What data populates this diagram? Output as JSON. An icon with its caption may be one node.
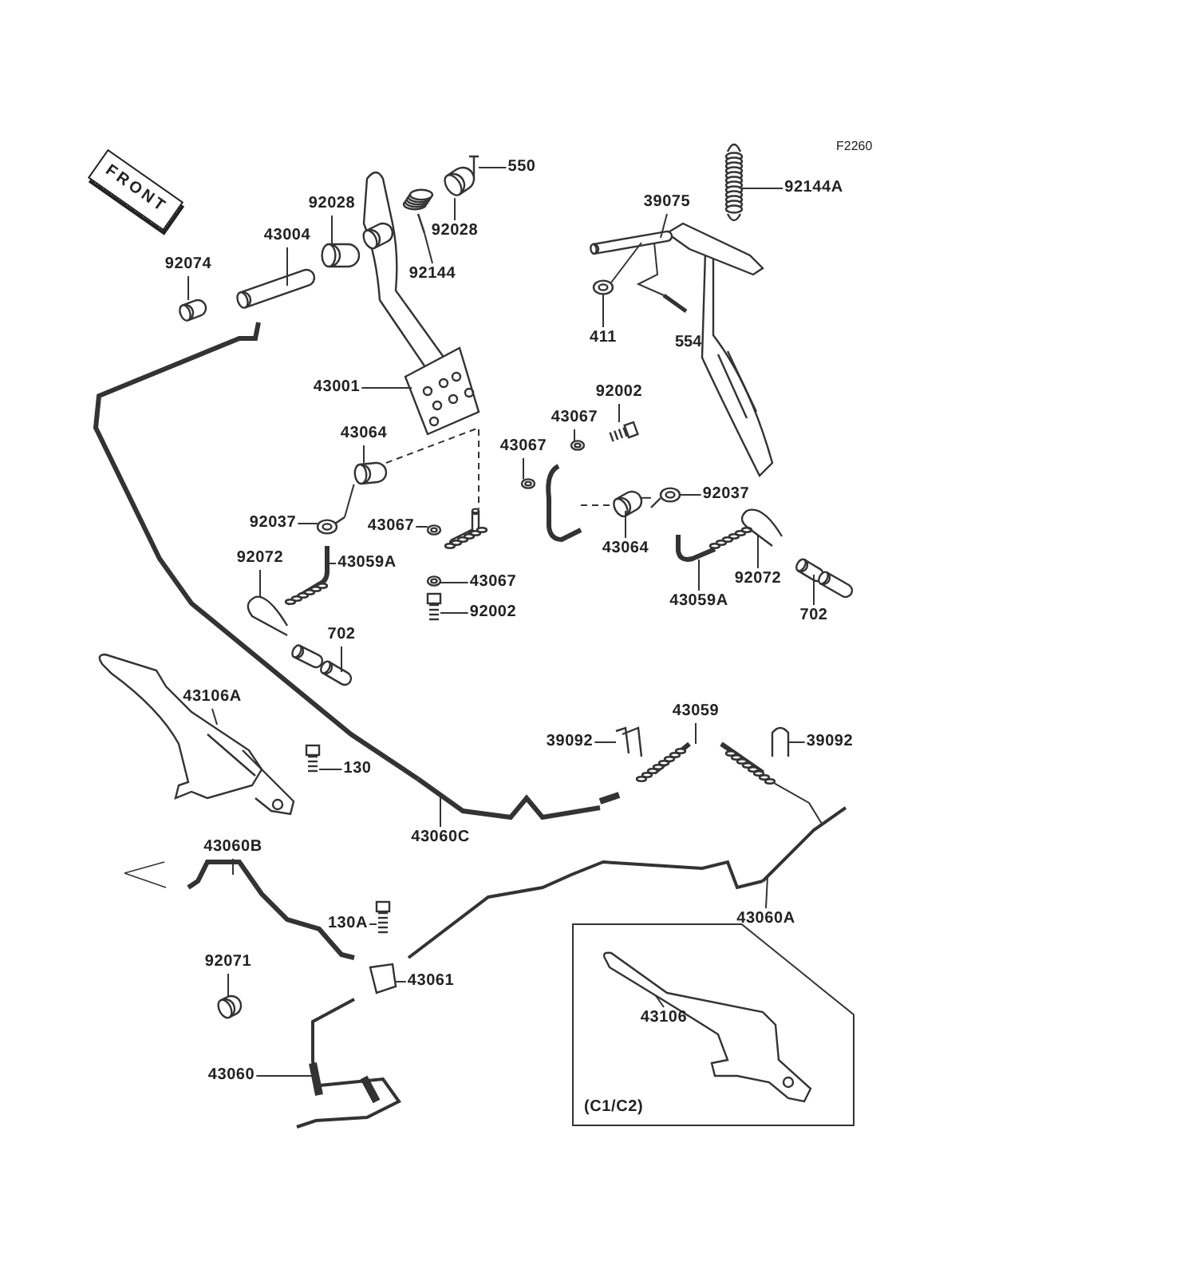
{
  "diagram": {
    "nodes": [
      {
        "text": [
          "FRONT"
        ]
      },
      {
        "text": [
          "550"
        ]
      },
      {
        "text": [
          "92028"
        ]
      },
      {
        "text": [
          "43004"
        ]
      },
      {
        "text": [
          "92028"
        ]
      },
      {
        "text": [
          "92144"
        ]
      },
      {
        "text": [
          "92074"
        ]
      },
      {
        "text": [
          "92144A"
        ]
      },
      {
        "text": [
          "39075"
        ]
      },
      {
        "text": [
          "411"
        ]
      },
      {
        "text": [
          "43001"
        ]
      },
      {
        "text": [
          "43064"
        ]
      },
      {
        "text": [
          "92002"
        ]
      },
      {
        "text": [
          "43067"
        ]
      },
      {
        "text": [
          "43067"
        ]
      },
      {
        "text": [
          "92037"
        ]
      },
      {
        "text": [
          "43067"
        ]
      },
      {
        "text": [
          "92037"
        ]
      },
      {
        "text": [
          "43064"
        ]
      },
      {
        "text": [
          "92072"
        ]
      },
      {
        "text": [
          "43059A"
        ]
      },
      {
        "text": [
          "43067"
        ]
      },
      {
        "text": [
          "92002"
        ]
      },
      {
        "text": [
          "43059A"
        ]
      },
      {
        "text": [
          "92072"
        ]
      },
      {
        "text": [
          "702"
        ]
      },
      {
        "text": [
          "702"
        ]
      },
      {
        "text": [
          "43106A"
        ]
      },
      {
        "text": [
          "130"
        ]
      },
      {
        "text": [
          "39092"
        ]
      },
      {
        "text": [
          "43059"
        ]
      },
      {
        "text": [
          "39092"
        ]
      },
      {
        "text": [
          "43060C"
        ]
      },
      {
        "text": [
          "43060B"
        ]
      },
      {
        "text": [
          "130A"
        ]
      },
      {
        "text": [
          "43060A"
        ]
      },
      {
        "text": [
          "92071"
        ]
      },
      {
        "text": [
          "43061"
        ]
      },
      {
        "text": [
          "(C1/C2)"
        ]
      },
      {
        "text": [
          "43106"
        ],
        "in": 38
      },
      {
        "text": [
          "43060"
        ]
      },
      {
        "text": [],
        "shape": "picture"
      },
      {
        "text": [],
        "shape": "picture"
      },
      {
        "text": [],
        "shape": "picture"
      },
      {
        "text": [],
        "shape": "picture"
      },
      {
        "text": [],
        "shape": "picture"
      },
      {
        "text": [],
        "shape": "picture"
      },
      {
        "text": [],
        "shape": "picture"
      },
      {
        "text": [],
        "shape": "picture"
      },
      {
        "text": [],
        "shape": "picture"
      },
      {
        "text": [],
        "shape": "picture"
      },
      {
        "text": [],
        "shape": "picture"
      },
      {
        "text": [],
        "shape": "picture"
      },
      {
        "text": [],
        "shape": "picture"
      },
      {
        "text": [],
        "shape": "picture"
      },
      {
        "text": [],
        "shape": "picture"
      },
      {
        "text": [],
        "shape": "picture"
      },
      {
        "text": [],
        "shape": "picture"
      },
      {
        "text": [],
        "shape": "picture"
      },
      {
        "text": [],
        "shape": "picture"
      },
      {
        "text": [],
        "shape": "picture"
      },
      {
        "text": [],
        "shape": "picture"
      },
      {
        "text": [],
        "shape": "picture"
      },
      {
        "text": [],
        "shape": "picture"
      },
      {
        "text": [],
        "shape": "picture"
      },
      {
        "text": [],
        "shape": "picture"
      },
      {
        "text": [],
        "shape": "picture"
      },
      {
        "text": [],
        "shape": "picture"
      },
      {
        "text": [],
        "shape": "picture"
      },
      {
        "text": [],
        "shape": "picture"
      },
      {
        "text": [],
        "shape": "picture"
      },
      {
        "text": [],
        "shape": "picture"
      },
      {
        "text": [],
        "shape": "picture"
      },
      {
        "text": [],
        "shape": "picture"
      },
      {
        "text": [],
        "shape": "picture"
      },
      {
        "text": [],
        "shape": "picture"
      },
      {
        "text": [],
        "shape": "picture"
      },
      {
        "text": [],
        "shape": "picture"
      },
      {
        "text": [],
        "shape": "picture",
        "in": 38
      },
      {
        "text": [],
        "shape": "picture"
      },
      {
        "text": [],
        "shape": "picture"
      },
      {
        "text": [],
        "shape": "picture"
      },
      {
        "text": [],
        "shape": "picture"
      }
    ],
    "edges": [
      {
        "from": 1,
        "to": 41,
        "arrow": "none"
      },
      {
        "from": 2,
        "to": 42,
        "arrow": "none"
      },
      {
        "from": 3,
        "to": 43,
        "arrow": "none"
      },
      {
        "from": 4,
        "to": 44,
        "arrow": "none"
      },
      {
        "from": 5,
        "to": 45,
        "arrow": "none"
      },
      {
        "from": 6,
        "to": 46,
        "arrow": "none"
      },
      {
        "from": 7,
        "to": 47,
        "arrow": "none"
      },
      {
        "from": 8,
        "to": 48,
        "arrow": "none"
      },
      {
        "from": 9,
        "to": 49,
        "arrow": "none"
      },
      {
        "from": 10,
        "to": 50,
        "arrow": "none"
      },
      {
        "from": 11,
        "to": 51,
        "arrow": "none"
      },
      {
        "from": 12,
        "to": 52,
        "arrow": "none"
      },
      {
        "from": 13,
        "to": 53,
        "arrow": "none"
      },
      {
        "from": 14,
        "to": 54,
        "arrow": "none"
      },
      {
        "from": 15,
        "to": 55,
        "arrow": "none"
      },
      {
        "from": 16,
        "to": 56,
        "arrow": "none"
      },
      {
        "from": 17,
        "to": 57,
        "arrow": "none"
      },
      {
        "from": 18,
        "to": 58,
        "arrow": "none"
      },
      {
        "from": 19,
        "to": 59,
        "arrow": "none"
      },
      {
        "from": 20,
        "to": 60,
        "arrow": "none"
      },
      {
        "from": 21,
        "to": 61,
        "arrow": "none"
      },
      {
        "from": 22,
        "to": 62,
        "arrow": "none"
      },
      {
        "from": 23,
        "to": 63,
        "arrow": "none"
      },
      {
        "from": 24,
        "to": 64,
        "arrow": "none"
      },
      {
        "from": 25,
        "to": 65,
        "arrow": "none"
      },
      {
        "from": 26,
        "to": 66,
        "arrow": "none"
      },
      {
        "from": 27,
        "to": 67,
        "arrow": "none"
      },
      {
        "from": 28,
        "to": 68,
        "arrow": "none"
      },
      {
        "from": 29,
        "to": 69,
        "arrow": "none"
      },
      {
        "from": 30,
        "to": 70,
        "arrow": "none"
      },
      {
        "from": 31,
        "to": 71,
        "arrow": "none"
      },
      {
        "from": 32,
        "to": 72,
        "arrow": "none"
      },
      {
        "from": 33,
        "to": 73,
        "arrow": "none"
      },
      {
        "from": 34,
        "to": 74,
        "arrow": "none"
      },
      {
        "from": 35,
        "to": 75,
        "arrow": "none"
      },
      {
        "from": 36,
        "to": 76,
        "arrow": "none"
      },
      {
        "from": 37,
        "to": 77,
        "arrow": "none"
      },
      {
        "from": 39,
        "to": 78,
        "arrow": "none"
      },
      {
        "from": 40,
        "to": 79,
        "arrow": "none"
      },
      {
        "from": 51,
        "to": 80,
        "arrow": "none",
        "style": "dashed"
      },
      {
        "from": 55,
        "to": 51,
        "arrow": "none"
      },
      {
        "from": 81,
        "to": 58,
        "arrow": "none",
        "style": "dashed"
      },
      {
        "from": 58,
        "to": 57,
        "arrow": "none"
      },
      {
        "from": 49,
        "to": 48,
        "arrow": "none"
      },
      {
        "from": 48,
        "to": 82,
        "arrow": "none"
      },
      {
        "from": 70,
        "to": 75,
        "arrow": "none"
      }
    ],
    "labels": [
      "F2260",
      "554"
    ]
  }
}
